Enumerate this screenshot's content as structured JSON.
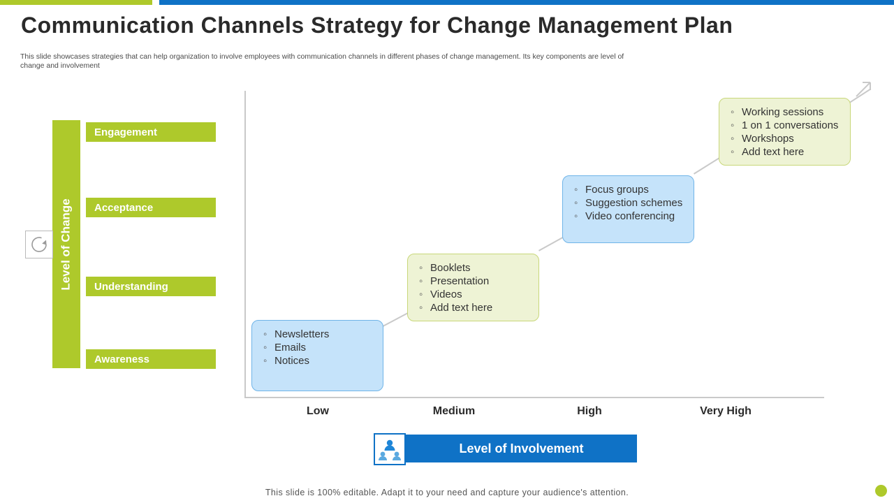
{
  "header": {
    "title": "Communication Channels Strategy for Change Management Plan",
    "subtitle": "This slide showcases strategies that can help organization to involve employees with communication channels in different phases of change management. Its key components are level of change and involvement"
  },
  "axes": {
    "y_label": "Level of Change",
    "y_stages": [
      "Engagement",
      "Acceptance",
      "Understanding",
      "Awareness"
    ],
    "x_ticks": [
      "Low",
      "Medium",
      "High",
      "Very High"
    ],
    "legend_label": "Level of Involvement"
  },
  "icons": {
    "refresh": "refresh-icon",
    "people": "people-group-icon"
  },
  "steps": [
    {
      "id": "step-low",
      "style": "blue",
      "items": [
        "Newsletters",
        "Emails",
        "Notices"
      ]
    },
    {
      "id": "step-medium",
      "style": "green",
      "items": [
        "Booklets",
        "Presentation",
        "Videos",
        "Add text here"
      ]
    },
    {
      "id": "step-high",
      "style": "blue",
      "items": [
        "Focus groups",
        "Suggestion schemes",
        "Video conferencing"
      ]
    },
    {
      "id": "step-very-high",
      "style": "green",
      "items": [
        "Working sessions",
        "1 on 1 conversations",
        "Workshops",
        "Add text here"
      ]
    }
  ],
  "footer": {
    "note": "This slide is 100% editable. Adapt it to your need and capture your audience's attention."
  },
  "colors": {
    "green": "#aec92b",
    "blue": "#0f72c6",
    "box_blue_fill": "#c5e3fa",
    "box_blue_border": "#6fb4e8",
    "box_green_fill": "#eef3d5",
    "box_green_border": "#c8d77a",
    "axis_gray": "#c9c9c9"
  }
}
